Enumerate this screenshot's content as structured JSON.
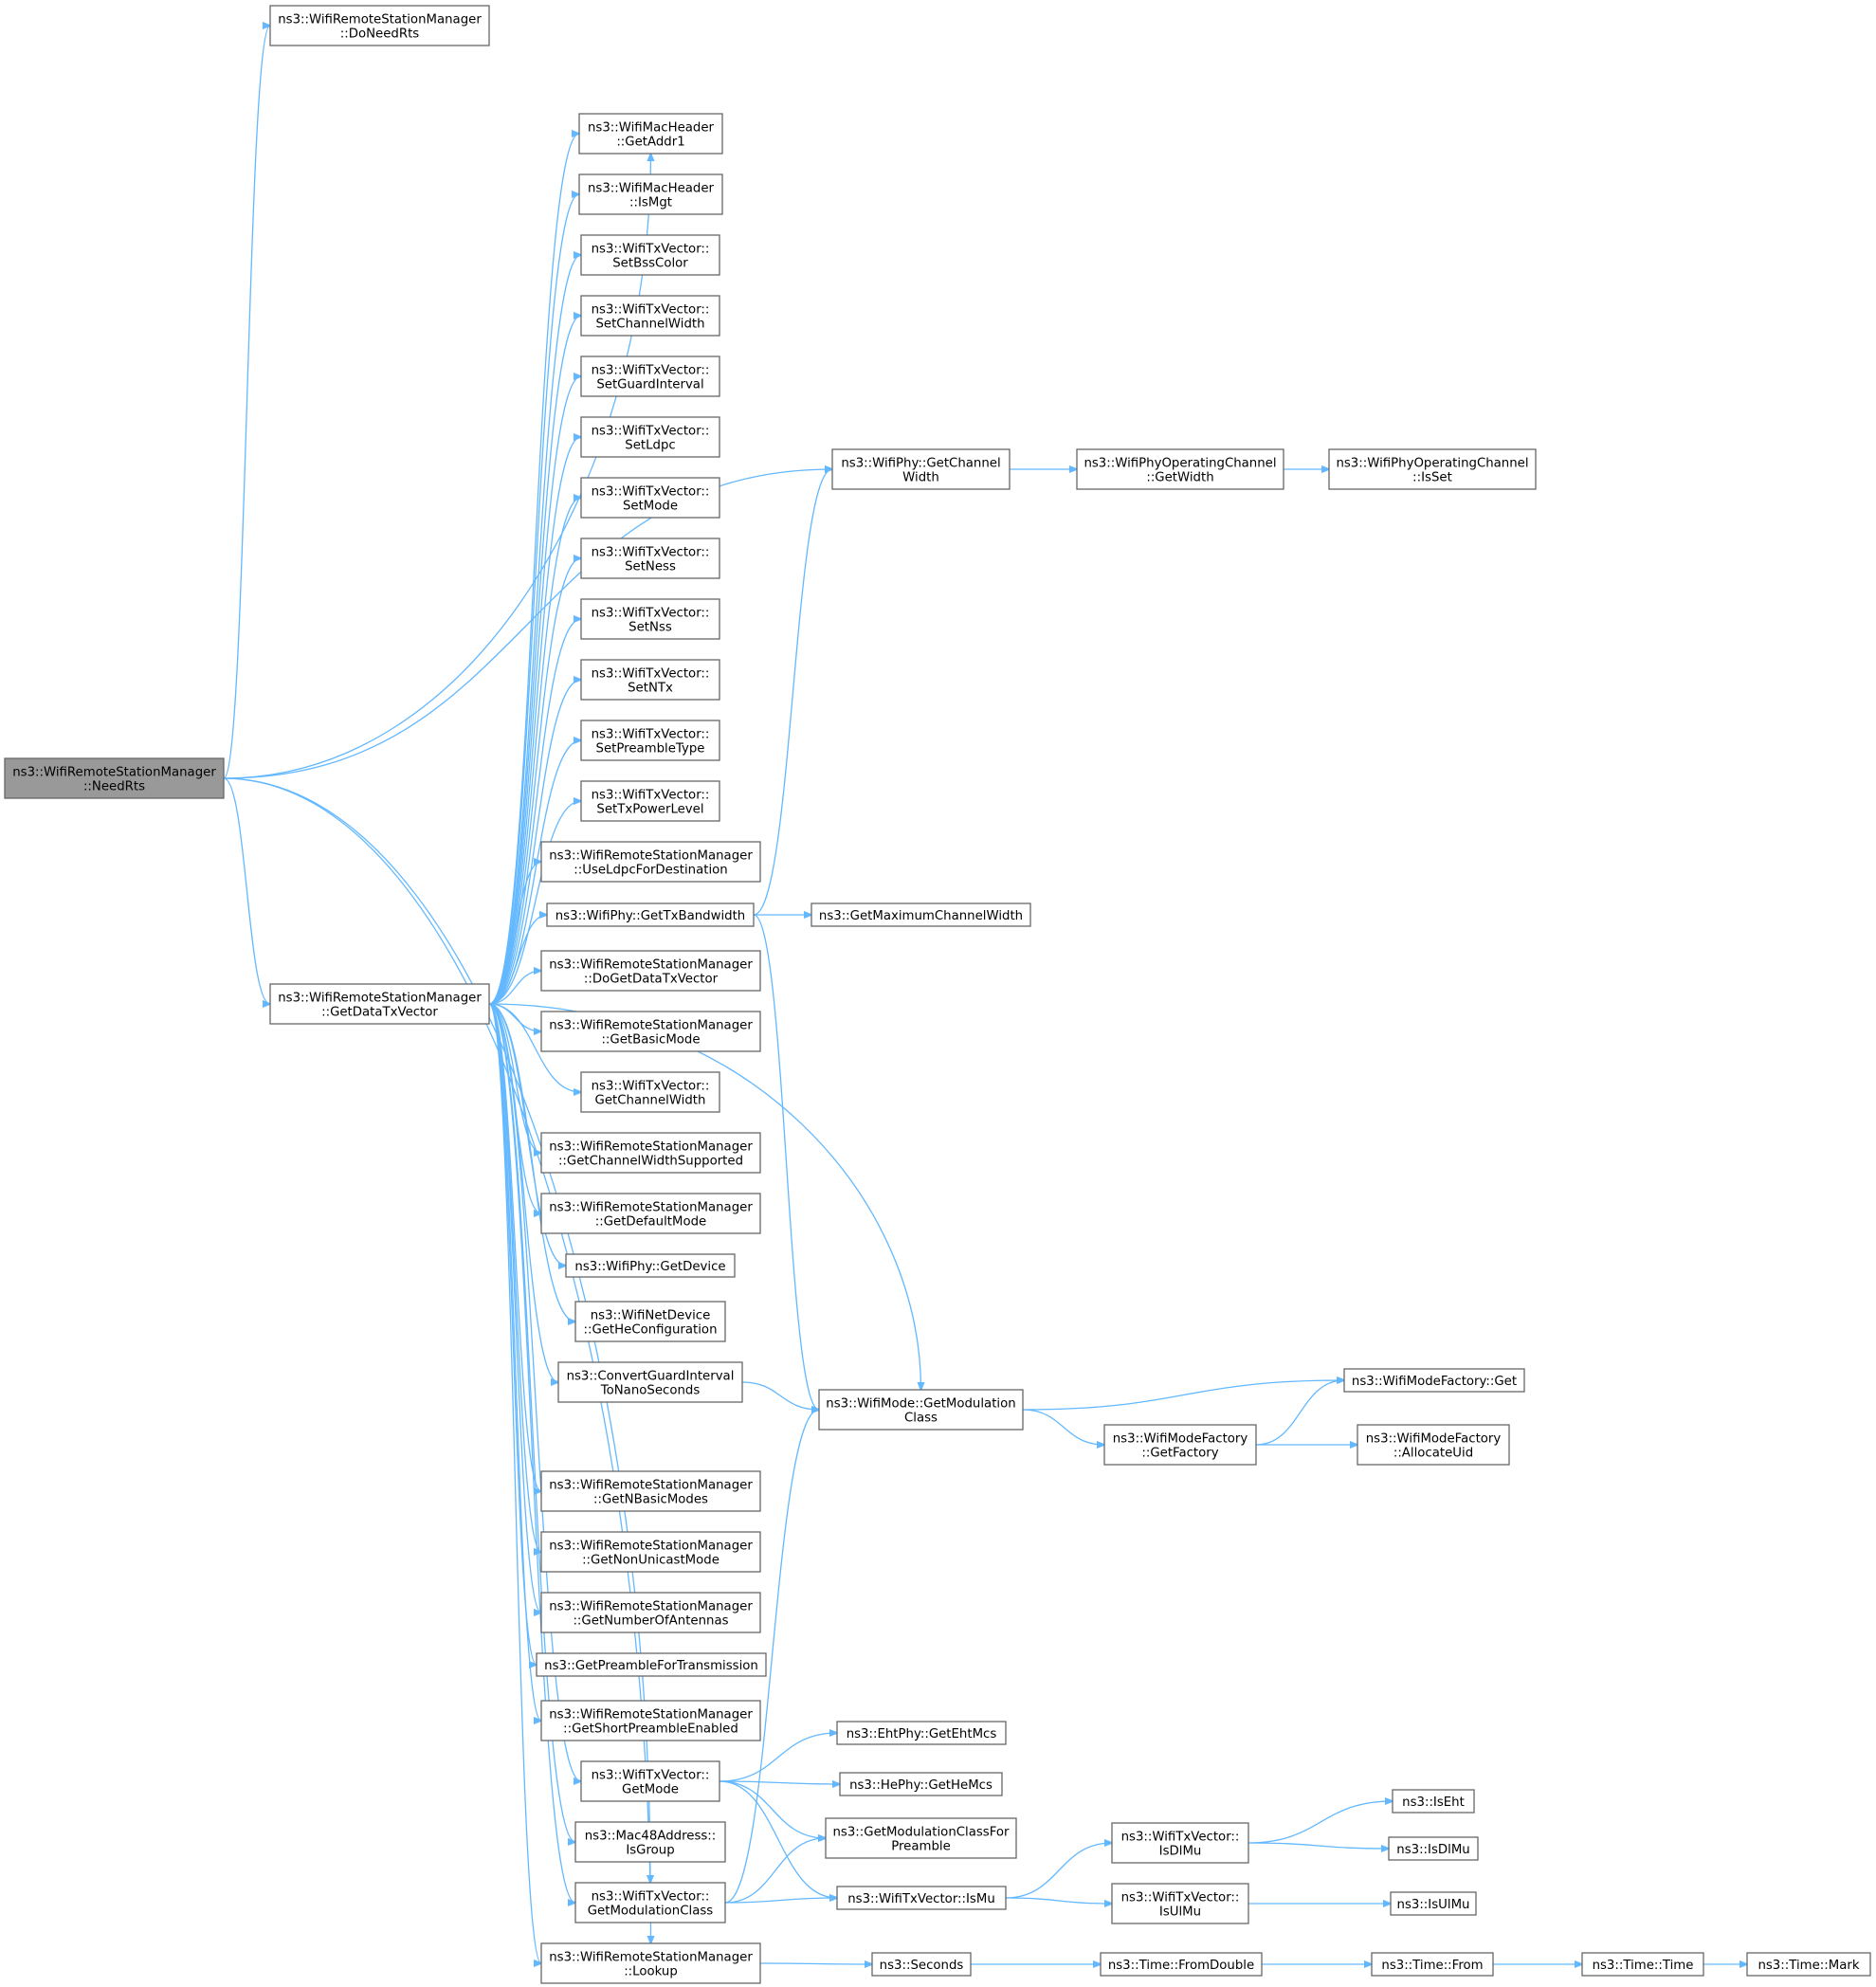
{
  "graph": {
    "nodes": [
      {
        "id": "needrts",
        "lines": [
          "ns3::WifiRemoteStationManager",
          "::NeedRts"
        ],
        "root": true
      },
      {
        "id": "doneedrts",
        "lines": [
          "ns3::WifiRemoteStationManager",
          "::DoNeedRts"
        ]
      },
      {
        "id": "getaddr1",
        "lines": [
          "ns3::WifiMacHeader",
          "::GetAddr1"
        ]
      },
      {
        "id": "ismgt",
        "lines": [
          "ns3::WifiMacHeader",
          "::IsMgt"
        ]
      },
      {
        "id": "setbsscolor",
        "lines": [
          "ns3::WifiTxVector::",
          "SetBssColor"
        ]
      },
      {
        "id": "setchannelwidth",
        "lines": [
          "ns3::WifiTxVector::",
          "SetChannelWidth"
        ]
      },
      {
        "id": "setguardinterval",
        "lines": [
          "ns3::WifiTxVector::",
          "SetGuardInterval"
        ]
      },
      {
        "id": "setldpc",
        "lines": [
          "ns3::WifiTxVector::",
          "SetLdpc"
        ]
      },
      {
        "id": "setmode",
        "lines": [
          "ns3::WifiTxVector::",
          "SetMode"
        ]
      },
      {
        "id": "setness",
        "lines": [
          "ns3::WifiTxVector::",
          "SetNess"
        ]
      },
      {
        "id": "setnss",
        "lines": [
          "ns3::WifiTxVector::",
          "SetNss"
        ]
      },
      {
        "id": "setntx",
        "lines": [
          "ns3::WifiTxVector::",
          "SetNTx"
        ]
      },
      {
        "id": "setpreambletype",
        "lines": [
          "ns3::WifiTxVector::",
          "SetPreambleType"
        ]
      },
      {
        "id": "settxpowerlevel",
        "lines": [
          "ns3::WifiTxVector::",
          "SetTxPowerLevel"
        ]
      },
      {
        "id": "useldpc",
        "lines": [
          "ns3::WifiRemoteStationManager",
          "::UseLdpcForDestination"
        ]
      },
      {
        "id": "gettxbandwidth",
        "lines": [
          "ns3::WifiPhy::GetTxBandwidth"
        ]
      },
      {
        "id": "getdatatxvector",
        "lines": [
          "ns3::WifiRemoteStationManager",
          "::GetDataTxVector"
        ]
      },
      {
        "id": "dogetdatatxvector",
        "lines": [
          "ns3::WifiRemoteStationManager",
          "::DoGetDataTxVector"
        ]
      },
      {
        "id": "getbasicmode",
        "lines": [
          "ns3::WifiRemoteStationManager",
          "::GetBasicMode"
        ]
      },
      {
        "id": "txv_getchannelwidth",
        "lines": [
          "ns3::WifiTxVector::",
          "GetChannelWidth"
        ]
      },
      {
        "id": "getchannelwidthsupported",
        "lines": [
          "ns3::WifiRemoteStationManager",
          "::GetChannelWidthSupported"
        ]
      },
      {
        "id": "getdefaultmode",
        "lines": [
          "ns3::WifiRemoteStationManager",
          "::GetDefaultMode"
        ]
      },
      {
        "id": "getdevice",
        "lines": [
          "ns3::WifiPhy::GetDevice"
        ]
      },
      {
        "id": "gethecfg",
        "lines": [
          "ns3::WifiNetDevice",
          "::GetHeConfiguration"
        ]
      },
      {
        "id": "convertgi",
        "lines": [
          "ns3::ConvertGuardInterval",
          "ToNanoSeconds"
        ]
      },
      {
        "id": "getnbasicmodes",
        "lines": [
          "ns3::WifiRemoteStationManager",
          "::GetNBasicModes"
        ]
      },
      {
        "id": "getnonunicastmode",
        "lines": [
          "ns3::WifiRemoteStationManager",
          "::GetNonUnicastMode"
        ]
      },
      {
        "id": "getnumberofantennas",
        "lines": [
          "ns3::WifiRemoteStationManager",
          "::GetNumberOfAntennas"
        ]
      },
      {
        "id": "getpreamblefortx",
        "lines": [
          "ns3::GetPreambleForTransmission"
        ]
      },
      {
        "id": "getshortpreamble",
        "lines": [
          "ns3::WifiRemoteStationManager",
          "::GetShortPreambleEnabled"
        ]
      },
      {
        "id": "txv_getmode",
        "lines": [
          "ns3::WifiTxVector::",
          "GetMode"
        ]
      },
      {
        "id": "isgroup",
        "lines": [
          "ns3::Mac48Address::",
          "IsGroup"
        ]
      },
      {
        "id": "txv_getmodclass",
        "lines": [
          "ns3::WifiTxVector::",
          "GetModulationClass"
        ]
      },
      {
        "id": "lookup",
        "lines": [
          "ns3::WifiRemoteStationManager",
          "::Lookup"
        ]
      },
      {
        "id": "phy_getchannelwidth",
        "lines": [
          "ns3::WifiPhy::GetChannel",
          "Width"
        ]
      },
      {
        "id": "getmaxchannelwidth",
        "lines": [
          "ns3::GetMaximumChannelWidth"
        ]
      },
      {
        "id": "mode_getmodclass",
        "lines": [
          "ns3::WifiMode::GetModulation",
          "Class"
        ]
      },
      {
        "id": "getehtmcs",
        "lines": [
          "ns3::EhtPhy::GetEhtMcs"
        ]
      },
      {
        "id": "gethemcs",
        "lines": [
          "ns3::HePhy::GetHeMcs"
        ]
      },
      {
        "id": "getmodclassforpreamble",
        "lines": [
          "ns3::GetModulationClassFor",
          "Preamble"
        ]
      },
      {
        "id": "txv_ismu",
        "lines": [
          "ns3::WifiTxVector::IsMu"
        ]
      },
      {
        "id": "seconds",
        "lines": [
          "ns3::Seconds"
        ]
      },
      {
        "id": "opch_getwidth",
        "lines": [
          "ns3::WifiPhyOperatingChannel",
          "::GetWidth"
        ]
      },
      {
        "id": "opch_isset",
        "lines": [
          "ns3::WifiPhyOperatingChannel",
          "::IsSet"
        ]
      },
      {
        "id": "mf_get",
        "lines": [
          "ns3::WifiModeFactory::Get"
        ]
      },
      {
        "id": "mf_getfactory",
        "lines": [
          "ns3::WifiModeFactory",
          "::GetFactory"
        ]
      },
      {
        "id": "mf_allocateuid",
        "lines": [
          "ns3::WifiModeFactory",
          "::AllocateUid"
        ]
      },
      {
        "id": "txv_isdlmu",
        "lines": [
          "ns3::WifiTxVector::",
          "IsDlMu"
        ]
      },
      {
        "id": "txv_isulmu",
        "lines": [
          "ns3::WifiTxVector::",
          "IsUlMu"
        ]
      },
      {
        "id": "iseht",
        "lines": [
          "ns3::IsEht"
        ]
      },
      {
        "id": "isdlmu",
        "lines": [
          "ns3::IsDlMu"
        ]
      },
      {
        "id": "isulmu",
        "lines": [
          "ns3::IsUlMu"
        ]
      },
      {
        "id": "fromdouble",
        "lines": [
          "ns3::Time::FromDouble"
        ]
      },
      {
        "id": "time_from",
        "lines": [
          "ns3::Time::From"
        ]
      },
      {
        "id": "time_time",
        "lines": [
          "ns3::Time::Time"
        ]
      },
      {
        "id": "time_mark",
        "lines": [
          "ns3::Time::Mark"
        ]
      }
    ],
    "edges": [
      [
        "needrts",
        "doneedrts"
      ],
      [
        "needrts",
        "getaddr1"
      ],
      [
        "needrts",
        "phy_getchannelwidth"
      ],
      [
        "needrts",
        "getdatatxvector"
      ],
      [
        "needrts",
        "txv_getmodclass"
      ],
      [
        "needrts",
        "lookup"
      ],
      [
        "getdatatxvector",
        "getaddr1"
      ],
      [
        "getdatatxvector",
        "ismgt"
      ],
      [
        "getdatatxvector",
        "setbsscolor"
      ],
      [
        "getdatatxvector",
        "setchannelwidth"
      ],
      [
        "getdatatxvector",
        "setguardinterval"
      ],
      [
        "getdatatxvector",
        "setldpc"
      ],
      [
        "getdatatxvector",
        "setmode"
      ],
      [
        "getdatatxvector",
        "setness"
      ],
      [
        "getdatatxvector",
        "setnss"
      ],
      [
        "getdatatxvector",
        "setntx"
      ],
      [
        "getdatatxvector",
        "setpreambletype"
      ],
      [
        "getdatatxvector",
        "settxpowerlevel"
      ],
      [
        "getdatatxvector",
        "useldpc"
      ],
      [
        "getdatatxvector",
        "gettxbandwidth"
      ],
      [
        "getdatatxvector",
        "dogetdatatxvector"
      ],
      [
        "getdatatxvector",
        "getbasicmode"
      ],
      [
        "getdatatxvector",
        "txv_getchannelwidth"
      ],
      [
        "getdatatxvector",
        "getchannelwidthsupported"
      ],
      [
        "getdatatxvector",
        "getdefaultmode"
      ],
      [
        "getdatatxvector",
        "getdevice"
      ],
      [
        "getdatatxvector",
        "gethecfg"
      ],
      [
        "getdatatxvector",
        "convertgi"
      ],
      [
        "getdatatxvector",
        "mode_getmodclass"
      ],
      [
        "getdatatxvector",
        "getnbasicmodes"
      ],
      [
        "getdatatxvector",
        "getnonunicastmode"
      ],
      [
        "getdatatxvector",
        "getnumberofantennas"
      ],
      [
        "getdatatxvector",
        "getpreamblefortx"
      ],
      [
        "getdatatxvector",
        "getshortpreamble"
      ],
      [
        "getdatatxvector",
        "txv_getmode"
      ],
      [
        "getdatatxvector",
        "isgroup"
      ],
      [
        "getdatatxvector",
        "txv_getmodclass"
      ],
      [
        "getdatatxvector",
        "lookup"
      ],
      [
        "gettxbandwidth",
        "phy_getchannelwidth"
      ],
      [
        "gettxbandwidth",
        "getmaxchannelwidth"
      ],
      [
        "gettxbandwidth",
        "mode_getmodclass"
      ],
      [
        "phy_getchannelwidth",
        "opch_getwidth"
      ],
      [
        "opch_getwidth",
        "opch_isset"
      ],
      [
        "convertgi",
        "mode_getmodclass"
      ],
      [
        "mode_getmodclass",
        "mf_get"
      ],
      [
        "mode_getmodclass",
        "mf_getfactory"
      ],
      [
        "mf_getfactory",
        "mf_get"
      ],
      [
        "mf_getfactory",
        "mf_allocateuid"
      ],
      [
        "txv_getmode",
        "getehtmcs"
      ],
      [
        "txv_getmode",
        "gethemcs"
      ],
      [
        "txv_getmode",
        "getmodclassforpreamble"
      ],
      [
        "txv_getmode",
        "txv_ismu"
      ],
      [
        "txv_getmodclass",
        "mode_getmodclass"
      ],
      [
        "txv_getmodclass",
        "getmodclassforpreamble"
      ],
      [
        "txv_getmodclass",
        "txv_ismu"
      ],
      [
        "txv_ismu",
        "txv_isdlmu"
      ],
      [
        "txv_ismu",
        "txv_isulmu"
      ],
      [
        "txv_isdlmu",
        "iseht"
      ],
      [
        "txv_isdlmu",
        "isdlmu"
      ],
      [
        "txv_isulmu",
        "isulmu"
      ],
      [
        "lookup",
        "seconds"
      ],
      [
        "seconds",
        "fromdouble"
      ],
      [
        "fromdouble",
        "time_from"
      ],
      [
        "time_from",
        "time_time"
      ],
      [
        "time_time",
        "time_mark"
      ]
    ]
  }
}
